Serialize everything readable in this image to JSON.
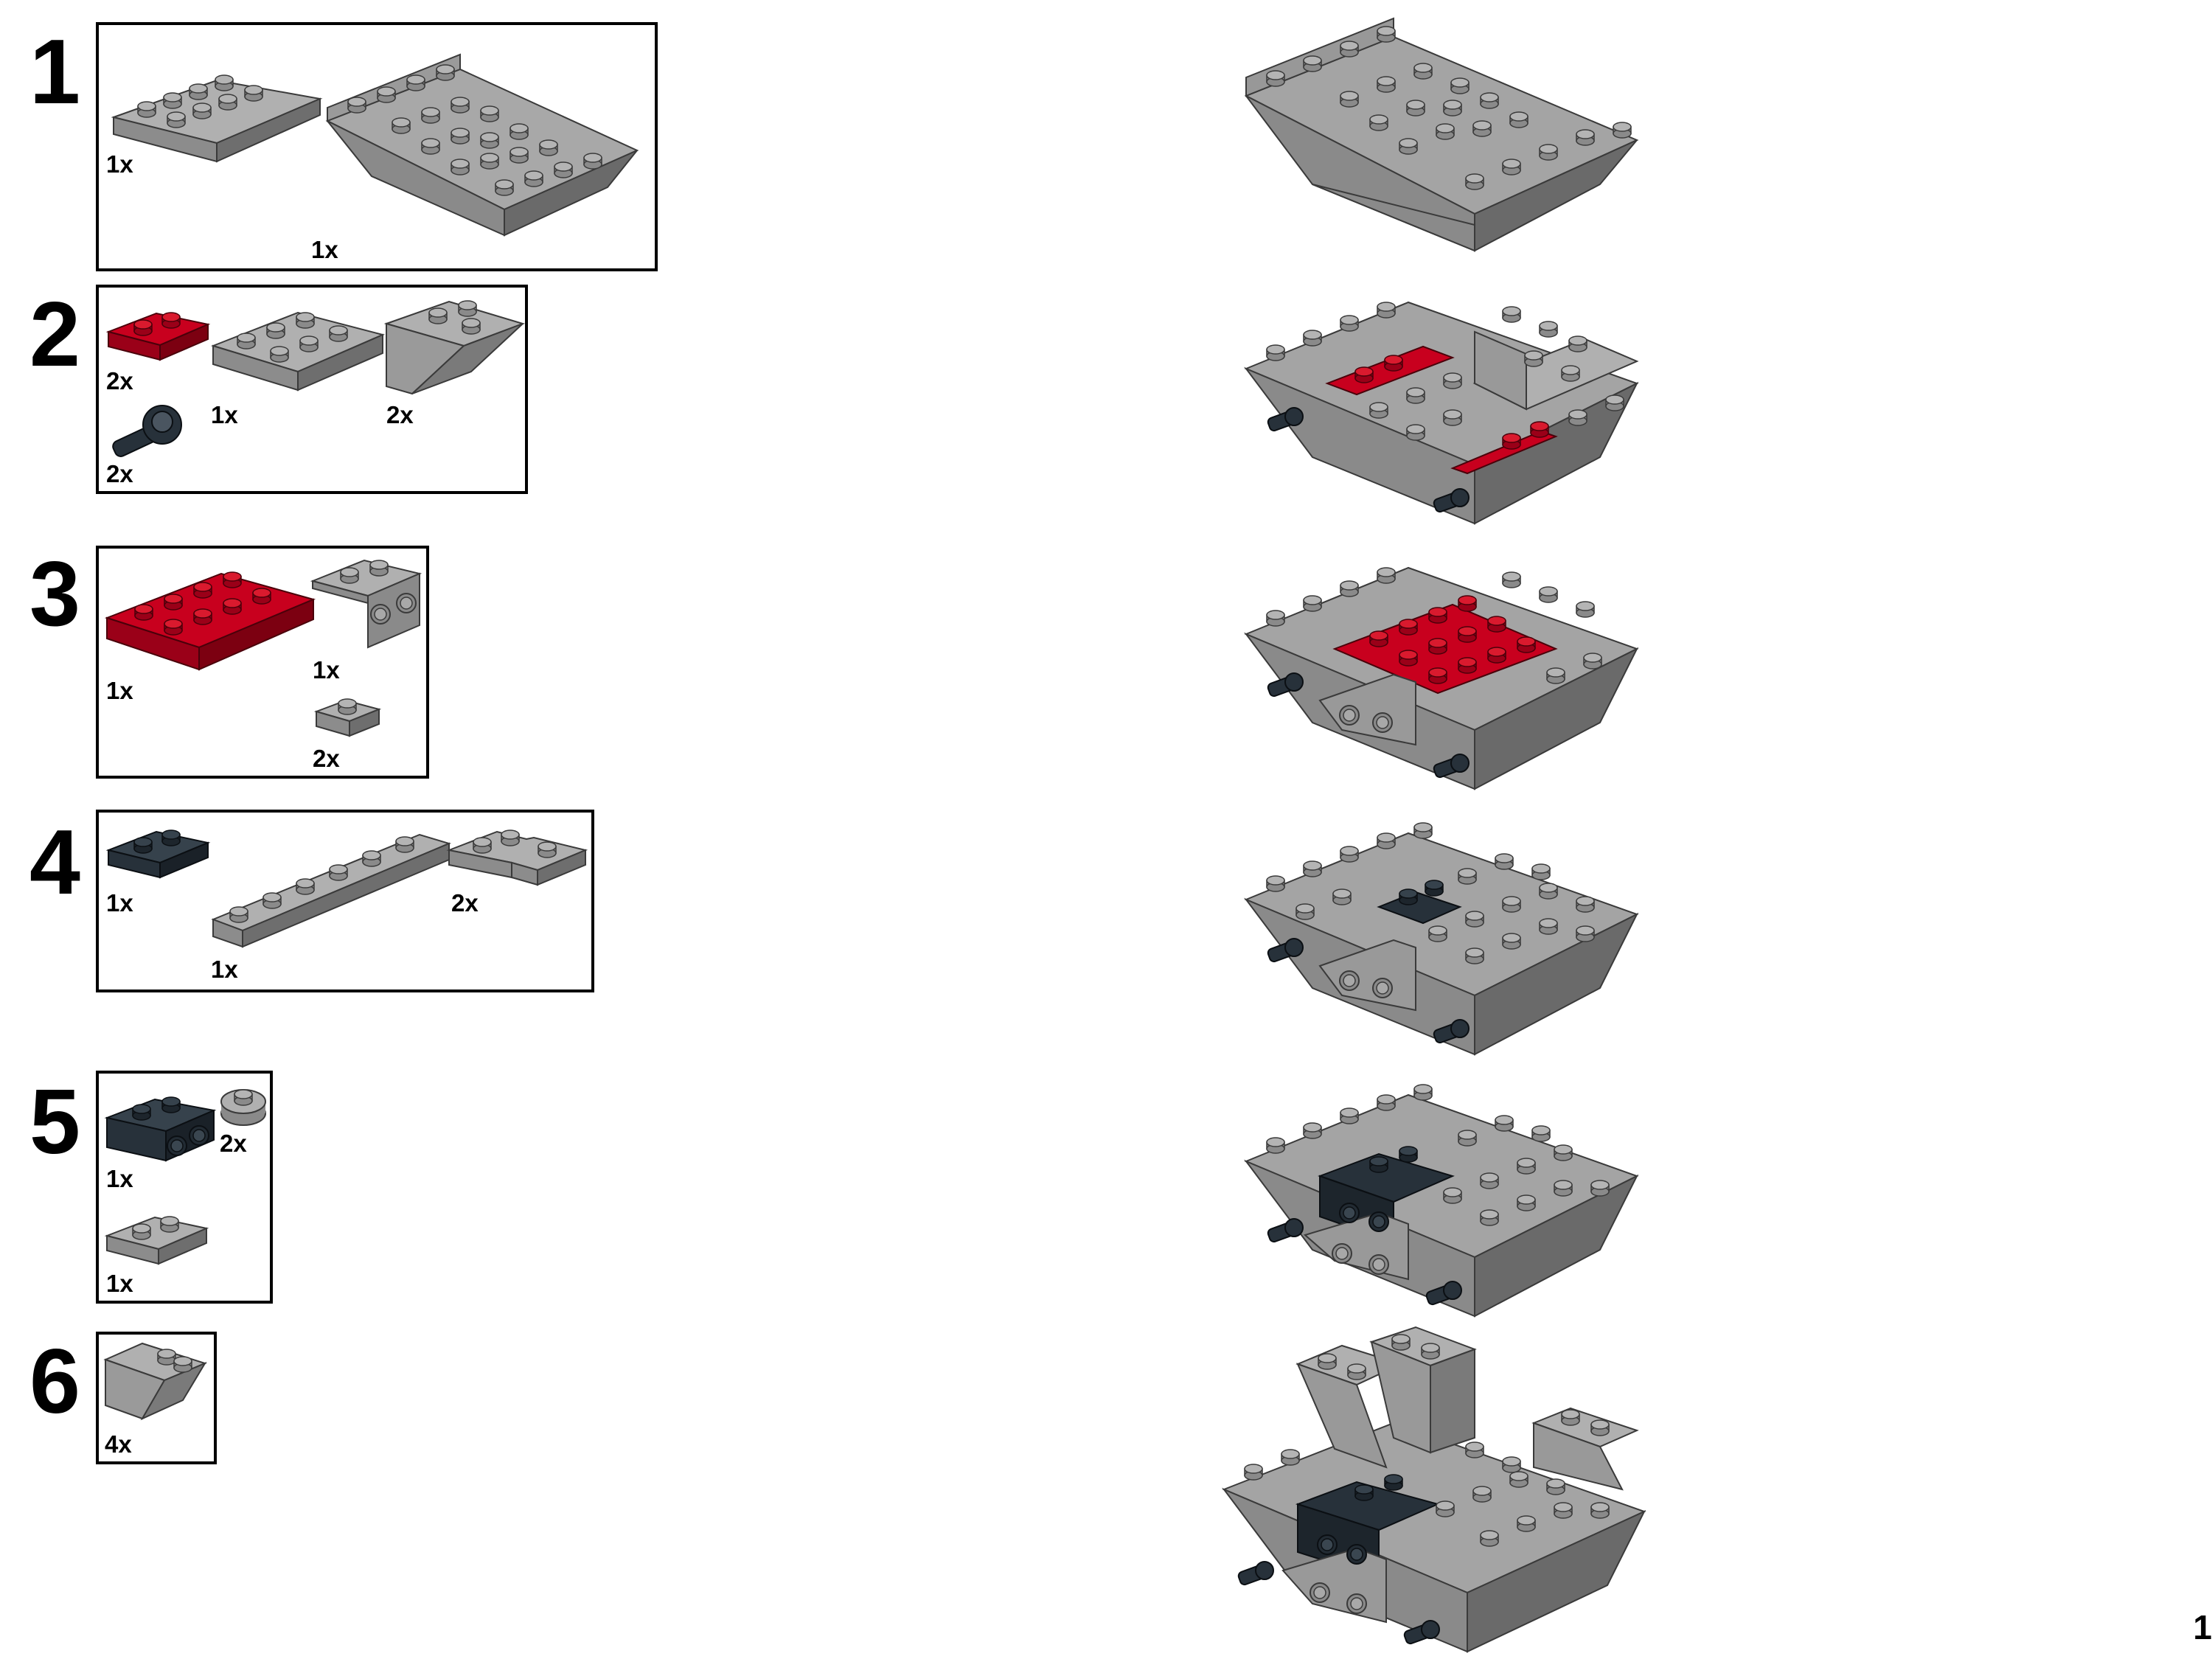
{
  "page_number": "1",
  "colors": {
    "gray": "#9a9a9a",
    "gray_dark": "#6e6e6e",
    "gray_light": "#bdbdbd",
    "red": "#c8001e",
    "red_dark": "#7c0011",
    "black": "#27313a",
    "outline": "#3a3a3a"
  },
  "steps": [
    {
      "number": "1",
      "parts": [
        {
          "icon": "plate-2x4-gray",
          "qty": "1x"
        },
        {
          "icon": "inverted-slope-6x6-gray",
          "qty": "1x"
        }
      ]
    },
    {
      "number": "2",
      "parts": [
        {
          "icon": "plate-1x2-red",
          "qty": "2x"
        },
        {
          "icon": "plate-2x3-gray",
          "qty": "1x"
        },
        {
          "icon": "inverted-slope-2x3-gray",
          "qty": "2x"
        },
        {
          "icon": "clip-bar-black",
          "qty": "2x"
        }
      ]
    },
    {
      "number": "3",
      "parts": [
        {
          "icon": "plate-2x4-red",
          "qty": "1x"
        },
        {
          "icon": "bracket-1x2-gray",
          "qty": "1x"
        },
        {
          "icon": "plate-1x1-gray",
          "qty": "2x"
        }
      ]
    },
    {
      "number": "4",
      "parts": [
        {
          "icon": "plate-1x2-black",
          "qty": "1x"
        },
        {
          "icon": "plate-1x6-gray",
          "qty": "1x"
        },
        {
          "icon": "plate-corner-gray",
          "qty": "2x"
        }
      ]
    },
    {
      "number": "5",
      "parts": [
        {
          "icon": "bracket-1x2-black",
          "qty": "1x"
        },
        {
          "icon": "round-plate-1x1-gray",
          "qty": "2x"
        },
        {
          "icon": "plate-1x2-gray",
          "qty": "1x"
        }
      ]
    },
    {
      "number": "6",
      "parts": [
        {
          "icon": "inverted-slope-2x1-gray",
          "qty": "4x"
        }
      ]
    }
  ]
}
